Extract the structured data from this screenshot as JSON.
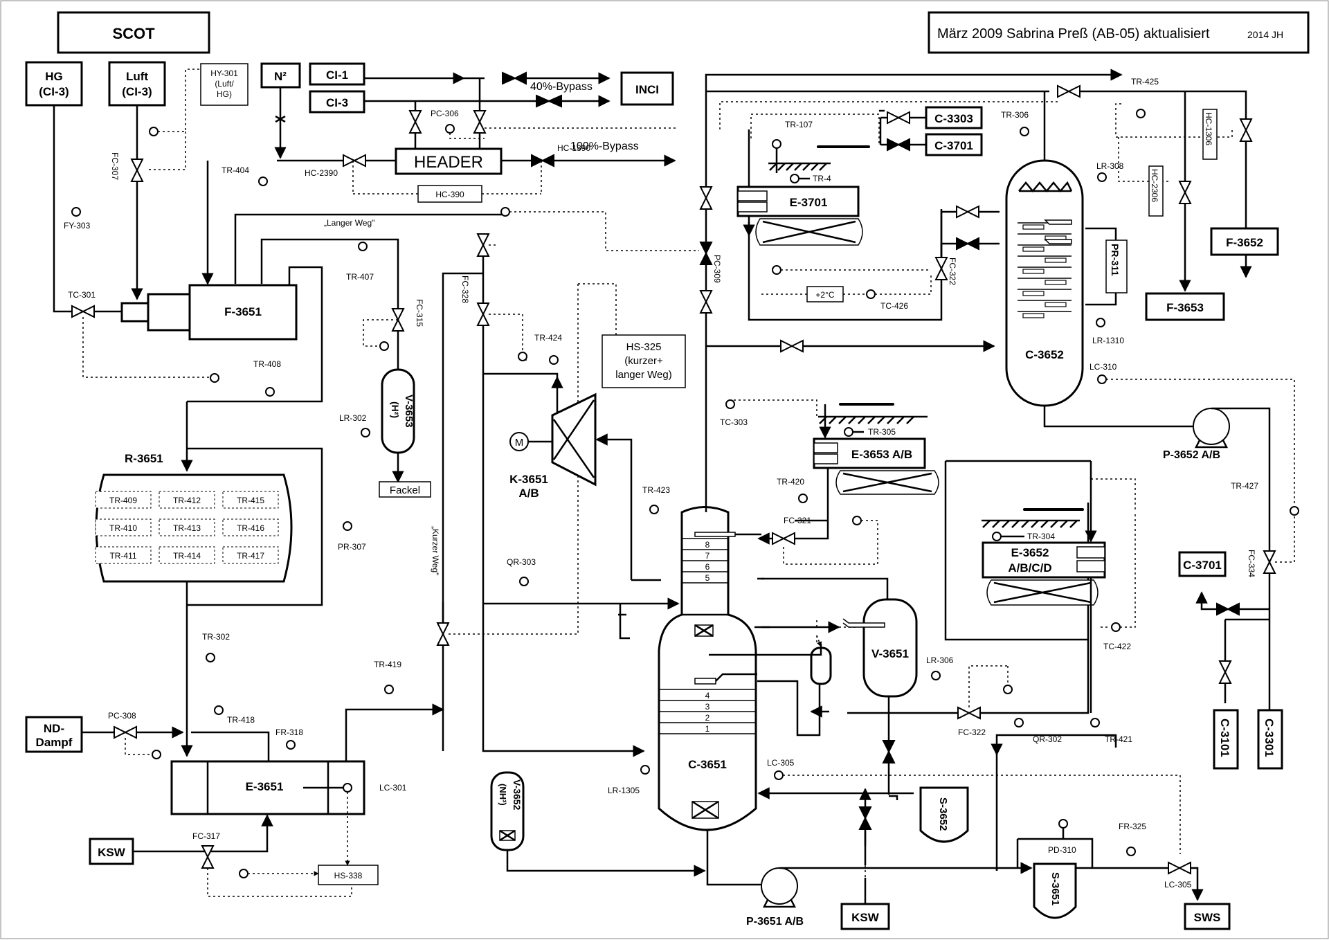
{
  "title": "SCOT",
  "header_note": "März 2009 Sabrina Preß (AB-05) aktualisiert",
  "header_note_small": "2014 JH",
  "sources": {
    "hg": "HG\n(CI-3)",
    "luft": "Luft\n(CI-3)",
    "hy301": "HY-301\n(Luft/\nHG)",
    "n2": "N²",
    "ci1": "CI-1",
    "ci3": "CI-3",
    "inci": "INCI",
    "header": "HEADER",
    "hc390": "HC-390",
    "bypass40": "40%-Bypass",
    "bypass100": "100%-Bypass",
    "c3303": "C-3303",
    "c3701": "C-3701",
    "c3701b": "C-3701",
    "f3652": "F-3652",
    "f3653": "F-3653",
    "fackel": "Fackel",
    "nd_dampf": "ND-\nDampf",
    "ksw1": "KSW",
    "ksw2": "KSW",
    "sws": "SWS",
    "c3101": "C-3101",
    "c3301": "C-3301",
    "hs338": "HS-338",
    "hs325": "HS-325\n(kurzer+\nlanger Weg)"
  },
  "equipment": {
    "f3651": "F-3651",
    "r3651": "R-3651",
    "e3651": "E-3651",
    "e3701": "E-3701",
    "e3653": "E-3653 A/B",
    "e3652": "E-3652\nA/B/C/D",
    "c3652": "C-3652",
    "c3651": "C-3651",
    "v3651": "V-3651",
    "v3653": "V-3653\n(H²)",
    "v3652": "V-3652\n(NH³)",
    "s3652": "S-3652",
    "s3651": "S-3651",
    "k3651": "K-3651\nA/B",
    "p3651": "P-3651 A/B",
    "p3652": "P-3652 A/B",
    "pr311": "PR-311",
    "motor": "M"
  },
  "reactor_cells": [
    "TR-409",
    "TR-412",
    "TR-415",
    "TR-410",
    "TR-413",
    "TR-416",
    "TR-411",
    "TR-414",
    "TR-417"
  ],
  "trays_upper": [
    "8",
    "7",
    "6",
    "5"
  ],
  "trays_lower": [
    "4",
    "3",
    "2",
    "1"
  ],
  "tags": {
    "fc307": "FC-307",
    "fy303": "FY-303",
    "tc301": "TC-301",
    "tr404": "TR-404",
    "hc2390": "HC-2390",
    "pc306": "PC-306",
    "hc1390": "HC-1390",
    "tr407": "TR-407",
    "fc315": "FC-315",
    "lr302": "LR-302",
    "tr408": "TR-408",
    "langer": "„Langer Weg\"",
    "kurzer": "„Kurzer Weg\"",
    "fc328": "FC-328",
    "tr424": "TR-424",
    "tr423": "TR-423",
    "qr303": "QR-303",
    "pr307": "PR-307",
    "tr302": "TR-302",
    "pc308": "PC-308",
    "tr418": "TR-418",
    "fr318": "FR-318",
    "tr419": "TR-419",
    "lc301": "LC-301",
    "fc317": "FC-317",
    "tr107": "TR-107",
    "tr4": "TR-4",
    "pc309": "PC-309",
    "tc426": "TC-426",
    "plus2": "+2°C",
    "fc322a": "FC-322",
    "tr425": "TR-425",
    "tr306": "TR-306",
    "lr308": "LR-308",
    "hc1306": "HC-1306",
    "hc2306": "HC-2306",
    "lr1310": "LR-1310",
    "lc310": "LC-310",
    "tc303": "TC-303",
    "tr305": "TR-305",
    "tr420": "TR-420",
    "fc321": "FC-321",
    "tr304": "TR-304",
    "tr427": "TR-427",
    "fc334": "FC-334",
    "tc422": "TC-422",
    "lr306": "LR-306",
    "fc322b": "FC-322",
    "qr302": "QR-302",
    "tr421": "TR-421",
    "lc305a": "LC-305",
    "lr1305": "LR-1305",
    "pd310": "PD-310",
    "fr325": "FR-325",
    "lc305b": "LC-305"
  }
}
